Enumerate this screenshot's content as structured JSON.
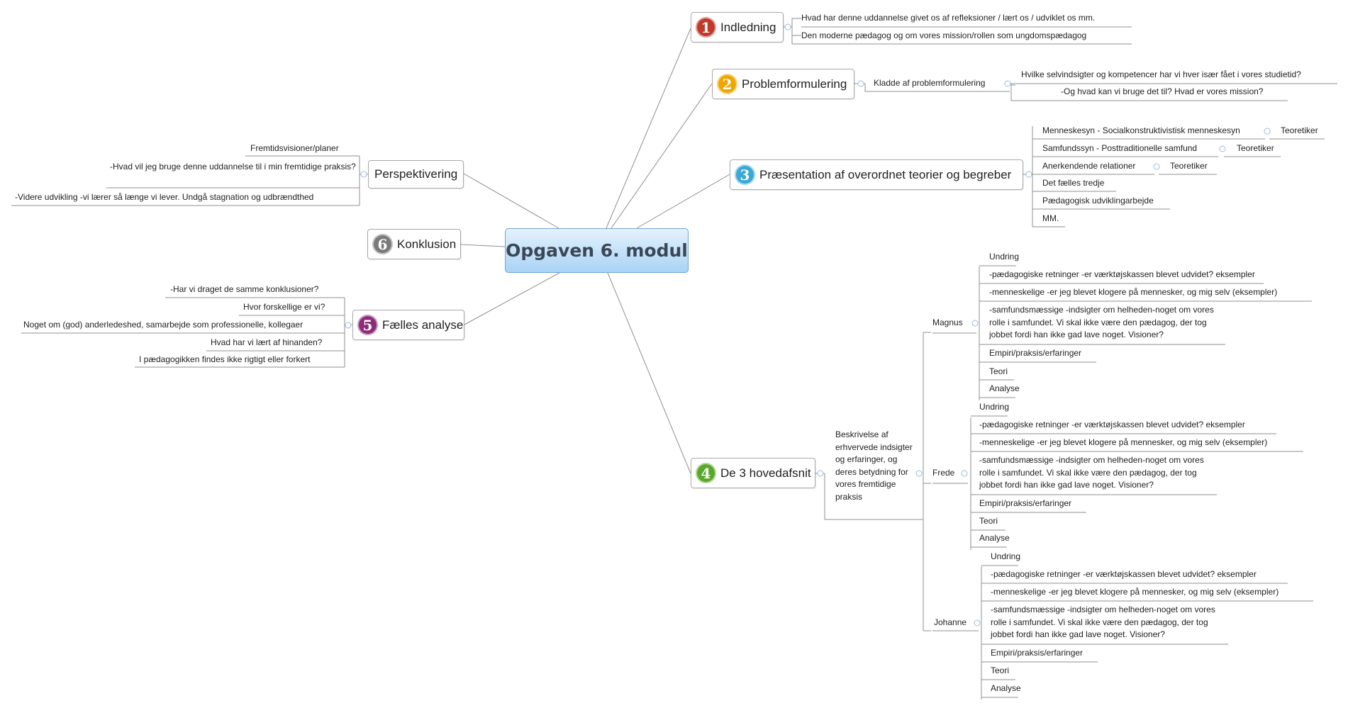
{
  "central": "Opgaven 6. modul",
  "colors": {
    "central_fill": "#a9d3f5",
    "line": "#8a8a8a",
    "badge_1": "#c0392b",
    "badge_2": "#f0a500",
    "badge_3": "#3aa8d8",
    "badge_4": "#5aa82a",
    "badge_5": "#8e2c7a",
    "badge_6": "#7a7a7a"
  },
  "topics": {
    "indledning": {
      "badge": "1",
      "label": "Indledning",
      "items": [
        "Hvad har denne uddannelse givet os af refleksioner / lært os / udviklet os mm.",
        "Den moderne pædagog og om vores mission/rollen som ungdomspædagog"
      ]
    },
    "problem": {
      "badge": "2",
      "label": "Problemformulering",
      "sub": "Kladde af problemformulering",
      "items": [
        "Hvilke selvindsigter og kompetencer har vi hver især fået i vores studietid?",
        "-Og hvad kan vi bruge det til? Hvad er vores mission?"
      ]
    },
    "praesentation": {
      "badge": "3",
      "label": "Præsentation af overordnet teorier og begreber",
      "items": [
        "Menneskesyn - Socialkonstruktivistisk menneskesyn",
        "Samfundssyn - Posttraditionelle samfund",
        "Anerkendende relationer",
        "Det fælles tredje",
        "Pædagogisk udviklingarbejde",
        "MM."
      ],
      "tags": [
        "Teoretiker",
        "Teoretiker",
        "Teoretiker"
      ]
    },
    "hovedafsnit": {
      "badge": "4",
      "label": "De 3 hovedafsnit",
      "description": "Beskrivelse af erhvervede indsigter og erfaringer, og deres betydning for vores fremtidige praksis",
      "people": [
        {
          "name": "Magnus",
          "items": [
            "Undring",
            "-pædagogiske retninger -er værktøjskassen blevet udvidet? eksempler",
            "-menneskelige -er jeg blevet klogere på mennesker, og mig selv (eksempler)",
            "-samfundsmæssige -indsigter om helheden-noget om vores rolle i samfundet. Vi skal ikke være den pædagog, der tog jobbet fordi han ikke gad lave noget. Visioner?",
            "Empiri/praksis/erfaringer",
            "Teori",
            "Analyse"
          ]
        },
        {
          "name": "Frede",
          "items": [
            "Undring",
            "-pædagogiske retninger -er værktøjskassen blevet udvidet? eksempler",
            "-menneskelige -er jeg blevet klogere på mennesker, og mig selv (eksempler)",
            "-samfundsmæssige -indsigter om helheden-noget om vores rolle i samfundet. Vi skal ikke være den pædagog, der tog jobbet fordi han ikke gad lave noget. Visioner?",
            "Empiri/praksis/erfaringer",
            "Teori",
            "Analyse"
          ]
        },
        {
          "name": "Johanne",
          "items": [
            "Undring",
            "-pædagogiske retninger -er værktøjskassen blevet udvidet? eksempler",
            "-menneskelige -er jeg blevet klogere på mennesker, og mig selv (eksempler)",
            "-samfundsmæssige -indsigter om helheden-noget om vores rolle i samfundet. Vi skal ikke være den pædagog, der tog jobbet fordi han ikke gad lave noget. Visioner?",
            "Empiri/praksis/erfaringer",
            "Teori",
            "Analyse"
          ]
        }
      ]
    },
    "faelles": {
      "badge": "5",
      "label": "Fælles analyse",
      "items": [
        "-Har vi draget de samme konklusioner?",
        "Hvor forskellige er vi?",
        "Noget om (god) anderledeshed, samarbejde som professionelle, kollegaer",
        "Hvad har vi lært af hinanden?",
        "I pædagogikken findes ikke rigtigt eller forkert"
      ]
    },
    "konklusion": {
      "badge": "6",
      "label": "Konklusion"
    },
    "perspektivering": {
      "label": "Perspektivering",
      "items": [
        "Fremtidsvisioner/planer",
        "-Hvad vil jeg bruge denne uddannelse til i min fremtidige praksis?",
        "-Videre udvikling -vi lærer så længe vi lever. Undgå stagnation og udbrændthed"
      ]
    }
  }
}
